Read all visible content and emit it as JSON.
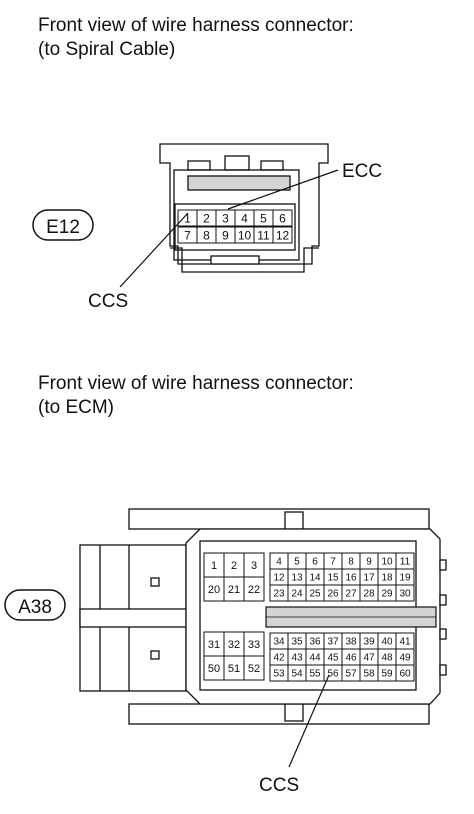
{
  "connector_e12": {
    "caption_line1": "Front view of wire harness connector:",
    "caption_line2": "(to Spiral Cable)",
    "badge": "E12",
    "pins_row1": [
      "1",
      "2",
      "3",
      "4",
      "5",
      "6"
    ],
    "pins_row2": [
      "7",
      "8",
      "9",
      "10",
      "11",
      "12"
    ],
    "label_ecc": "ECC",
    "label_ccs": "CCS"
  },
  "connector_a38": {
    "caption_line1": "Front view of wire harness connector:",
    "caption_line2": "(to ECM)",
    "badge": "A38",
    "left_upper_rows": [
      [
        "1",
        "2",
        "3"
      ],
      [
        "20",
        "21",
        "22"
      ]
    ],
    "right_upper_rows": [
      [
        "4",
        "5",
        "6",
        "7",
        "8",
        "9",
        "10",
        "11"
      ],
      [
        "12",
        "13",
        "14",
        "15",
        "16",
        "17",
        "18",
        "19"
      ],
      [
        "23",
        "24",
        "25",
        "26",
        "27",
        "28",
        "29",
        "30"
      ]
    ],
    "left_lower_rows": [
      [
        "31",
        "32",
        "33"
      ],
      [
        "50",
        "51",
        "52"
      ]
    ],
    "right_lower_rows": [
      [
        "34",
        "35",
        "36",
        "37",
        "38",
        "39",
        "40",
        "41"
      ],
      [
        "42",
        "43",
        "44",
        "45",
        "46",
        "47",
        "48",
        "49"
      ],
      [
        "53",
        "54",
        "55",
        "56",
        "57",
        "58",
        "59",
        "60"
      ]
    ],
    "label_ccs": "CCS"
  },
  "colors": {
    "line": "#111111",
    "shade": "#d4d4d4",
    "background": "#ffffff"
  }
}
